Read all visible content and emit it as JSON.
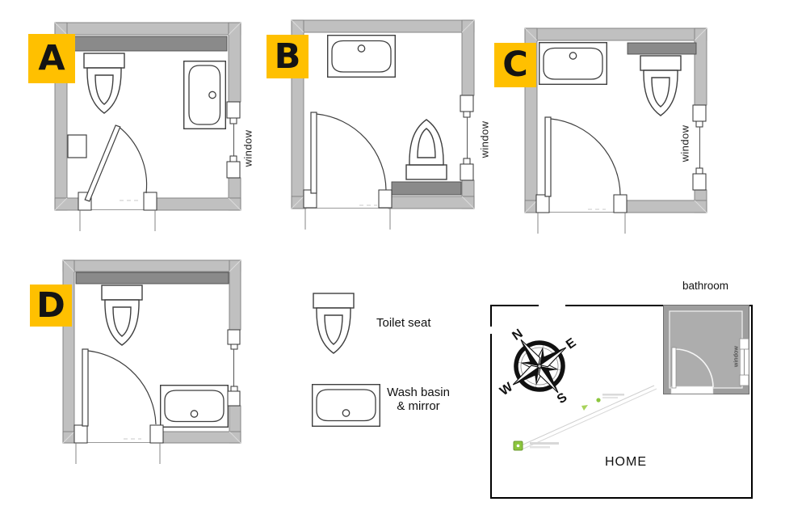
{
  "plans": [
    {
      "id": "A",
      "window_label": "window"
    },
    {
      "id": "B",
      "window_label": "window"
    },
    {
      "id": "C",
      "window_label": "window"
    },
    {
      "id": "D",
      "window_label": ""
    }
  ],
  "legend": {
    "toilet_label": "Toilet seat",
    "basin_label_line1": "Wash basin",
    "basin_label_line2": "& mirror"
  },
  "home": {
    "label": "HOME",
    "bathroom_label": "bathroom",
    "mini_window_label": "window",
    "compass": {
      "north": "N",
      "east": "E",
      "south": "S",
      "west": "W"
    }
  },
  "icons": [
    "toilet-seat-icon",
    "wash-basin-mirror-icon",
    "window-icon",
    "door-swing-icon",
    "compass-rose-icon",
    "map-marker-green"
  ],
  "colors": {
    "plan_label_bg": "#FFC000",
    "plan_label_text": "#141414",
    "wall_fill": "#C0C0C0",
    "wall_stroke": "#7D7D7D",
    "mirror_band_fill": "#8A8A8A",
    "mini_room_fill": "#ADADAD",
    "marker_green": "#8CC63E",
    "line_ink": "#3F3F3F"
  }
}
